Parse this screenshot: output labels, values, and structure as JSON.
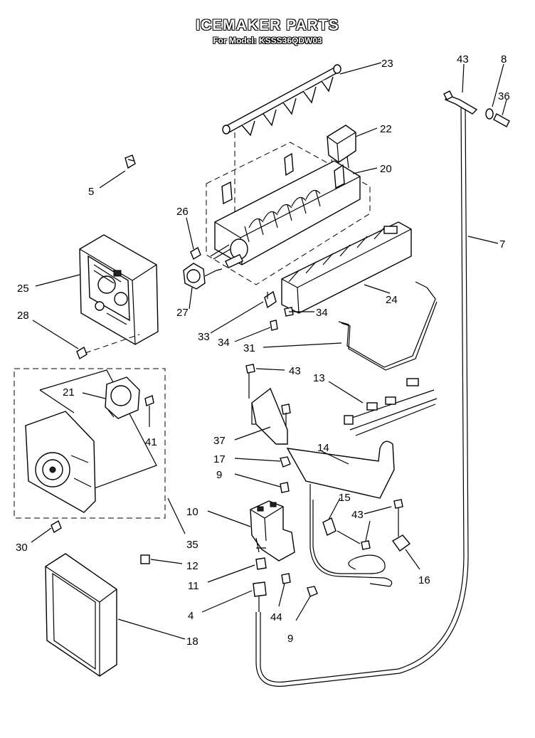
{
  "title": "ICEMAKER PARTS",
  "subtitle": "For Model: KSSS36QDW03",
  "callouts": {
    "c43a": "43",
    "c8": "8",
    "c36": "36",
    "c23": "23",
    "c22": "22",
    "c20": "20",
    "c5": "5",
    "c26": "26",
    "c7": "7",
    "c25": "25",
    "c28": "28",
    "c27": "27",
    "c33": "33",
    "c34a": "34",
    "c34b": "34",
    "c24": "24",
    "c31": "31",
    "c43b": "43",
    "c13": "13",
    "c21": "21",
    "c41": "41",
    "c37": "37",
    "c17": "17",
    "c14": "14",
    "c9a": "9",
    "c15": "15",
    "c10": "10",
    "c43c": "43",
    "c30": "30",
    "c35": "35",
    "c12": "12",
    "c16": "16",
    "c11": "11",
    "c4": "4",
    "c44": "44",
    "c9b": "9",
    "c18": "18"
  }
}
